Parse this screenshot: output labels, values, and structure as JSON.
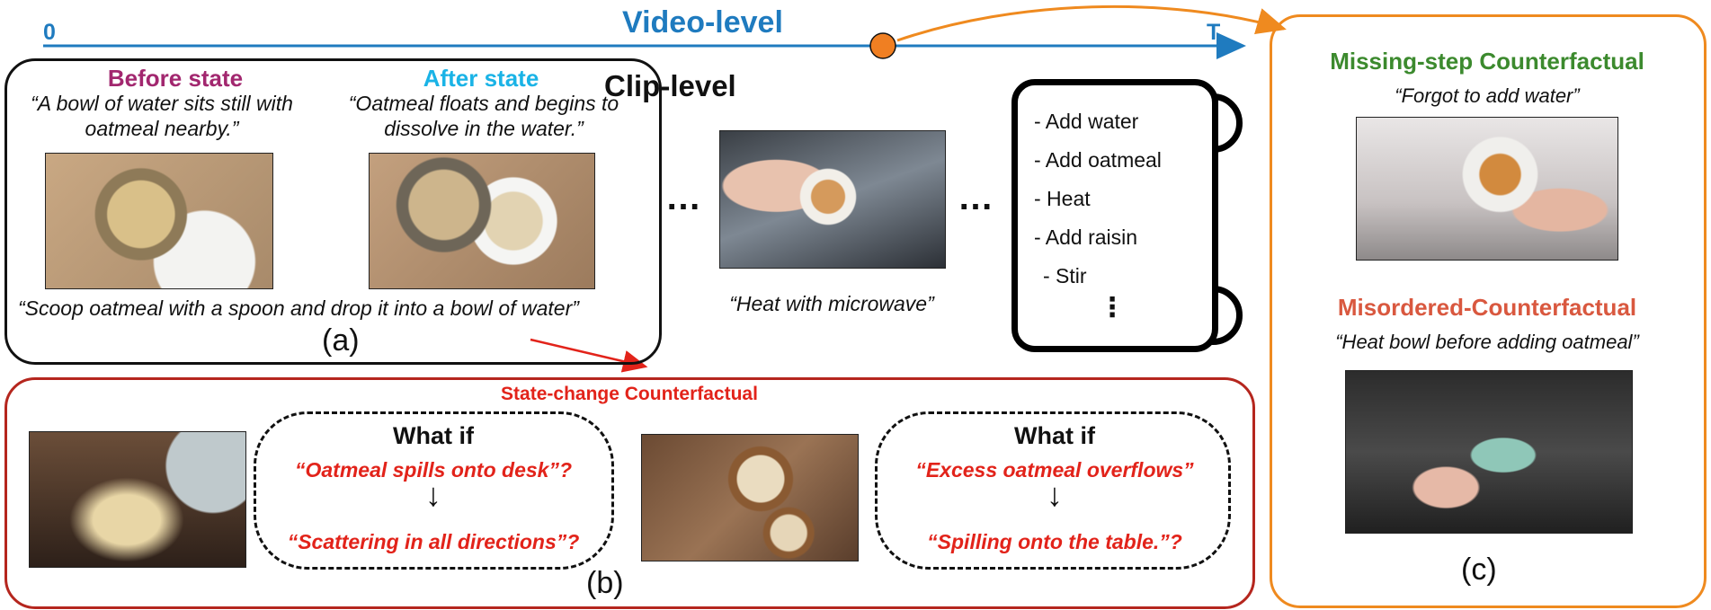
{
  "timeline": {
    "start_label": "0",
    "end_label": "T",
    "title": "Video-level",
    "accent": "#1f7bbf",
    "marker_color": "#f07f22"
  },
  "clip": {
    "title": "Clip-level",
    "before_title": "Before state",
    "before_color": "#a2276f",
    "before_caption": "“A bowl of water sits still with oatmeal nearby.”",
    "after_title": "After state",
    "after_color": "#1ab3e6",
    "after_caption": "“Oatmeal floats and begins to dissolve in the water.”",
    "action_caption": "“Scoop oatmeal with a spoon and drop it into a bowl of water”",
    "panel_label": "(a)"
  },
  "ellipsis": "…",
  "middle": {
    "caption": "“Heat with microwave”"
  },
  "steps": {
    "items": [
      "- Add water",
      "- Add oatmeal",
      "- Heat",
      "- Add raisin",
      "- Stir"
    ],
    "more": "⋮"
  },
  "state_change": {
    "title": "State-change Counterfactual",
    "color": "#e2231a",
    "border_color": "#b5261e",
    "what_if": "What if",
    "q1": "“Oatmeal spills onto desk”?",
    "a1": "“Scattering in all directions”?",
    "q2": "“Excess oatmeal overflows”",
    "a2": "“Spilling onto the table.”?",
    "arrow": "↓",
    "panel_label": "(b)"
  },
  "counterfactual": {
    "border_color": "#ef8a1f",
    "missing_title": "Missing-step Counterfactual",
    "missing_color": "#3c8a2e",
    "missing_caption": "“Forgot to add water”",
    "misordered_title": "Misordered-Counterfactual",
    "misordered_color": "#d9583f",
    "misordered_caption": "“Heat bowl before adding oatmeal”",
    "panel_label": "(c)"
  }
}
